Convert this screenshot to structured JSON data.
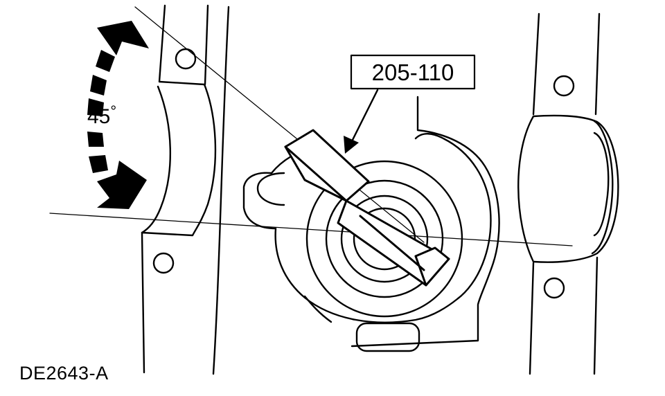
{
  "diagram": {
    "tool_number": "205-110",
    "rotation_angle": "45",
    "degree_symbol": "°",
    "figure_id": "DE2643-A"
  },
  "colors": {
    "ink": "#000000",
    "paper": "#ffffff"
  }
}
